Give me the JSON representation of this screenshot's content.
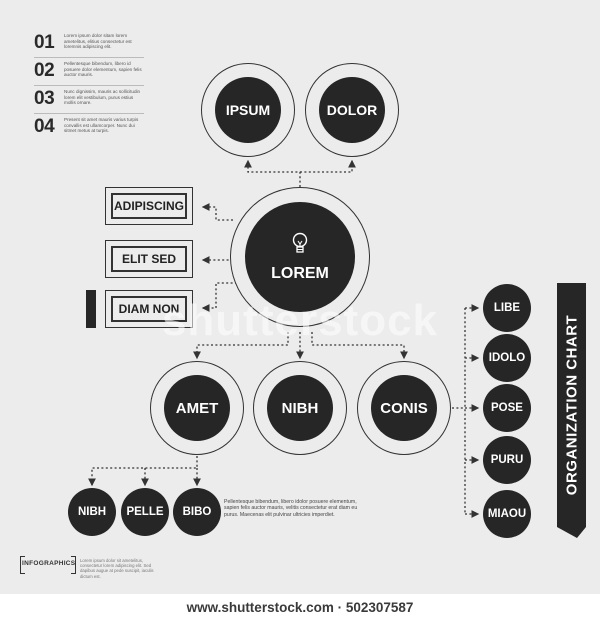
{
  "numbered_list": [
    {
      "num": "01",
      "text": "Lorem ipsum dolor sitam lorem ametelitus, elitius consectetur est loremnis adipiscing elit."
    },
    {
      "num": "02",
      "text": "Pellentesque bibendum, libero id posuere dolor elementum, sapien felis auctor mauris."
    },
    {
      "num": "03",
      "text": "Nunc dignissim, mauris ac sollicitudin lorem elit vestibulum, purus estius mollis ornare."
    },
    {
      "num": "04",
      "text": "Present sit amet mauris varius turpis convallis est ullamcorper. Nunc dui sitmet metus at turpis."
    }
  ],
  "top_nodes": [
    "IPSUM",
    "DOLOR"
  ],
  "center_node": "LOREM",
  "left_boxes": [
    "ADIPISCING",
    "ELIT SED",
    "DIAM NON"
  ],
  "middle_nodes": [
    "AMET",
    "NIBH",
    "CONIS"
  ],
  "bottom_nodes": [
    "NIBH",
    "PELLE",
    "BIBO"
  ],
  "right_nodes": [
    "LIBE",
    "IDOLO",
    "POSE",
    "PURU",
    "MIAOU"
  ],
  "vertical_title": "ORGANIZATION CHART",
  "bottom_paragraph": "Pellentesque bibendum, libero idolor posuere elementum, sapien felis auctor mauris, velitis consectetur erat diam eu purus. Maecenas elit pulvinar ultricies imperdiet.",
  "footer": {
    "label": "INFOGRAPHICS",
    "text": "Lorem ipsum dolor sit ametelitus, consectetur lorem adipiscing elit. Sed dapibus augue at pede suscipit, iaculis dictum est."
  },
  "watermark": "shutterstock",
  "source_url": "www.shutterstock.com · 502307587",
  "colors": {
    "background": "#ececec",
    "dark": "#262626",
    "line": "#333333"
  },
  "icons": {
    "center": "lightbulb-icon"
  }
}
